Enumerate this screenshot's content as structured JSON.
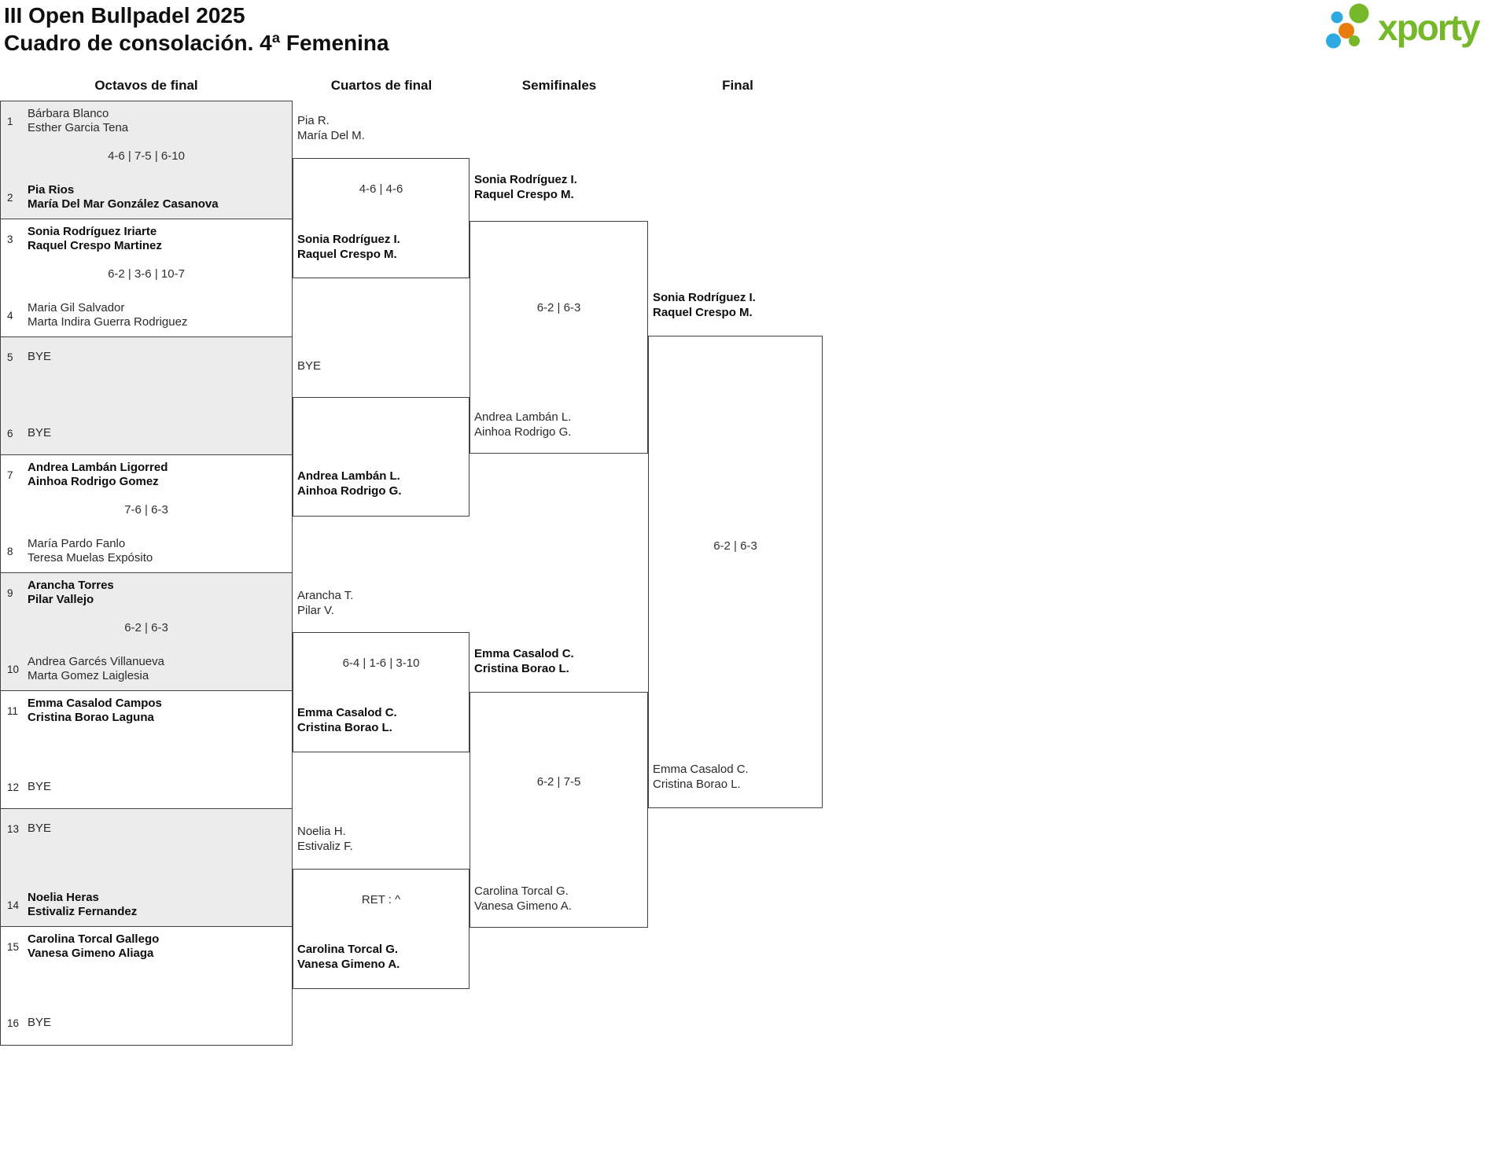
{
  "page": {
    "title_line1": "III Open Bullpadel 2025",
    "title_line2": "Cuadro de consolación. 4ª Femenina"
  },
  "logo": {
    "text": "xporty",
    "green": "#76b82a",
    "blue": "#2da9e1",
    "orange": "#e87d0d"
  },
  "rounds": [
    {
      "label": "Octavos de final"
    },
    {
      "label": "Cuartos de final"
    },
    {
      "label": "Semifinales"
    },
    {
      "label": "Final"
    }
  ],
  "colors": {
    "shaded_box": "#ececec",
    "border": "#424242"
  },
  "r16": [
    {
      "score": "4-6 | 7-5 | 6-10",
      "top": {
        "seed": "1",
        "line1": "Bárbara Blanco",
        "line2": "Esther Garcia Tena"
      },
      "bottom": {
        "seed": "2",
        "line1": "Pia Rios",
        "line2": "María Del Mar González Casanova"
      }
    },
    {
      "score": "6-2 | 3-6 | 10-7",
      "top": {
        "seed": "3",
        "line1": "Sonia Rodríguez Iriarte",
        "line2": "Raquel Crespo Martinez"
      },
      "bottom": {
        "seed": "4",
        "line1": "Maria Gil Salvador",
        "line2": "Marta Indira Guerra Rodriguez"
      }
    },
    {
      "score": "",
      "top": {
        "seed": "5",
        "line1": "BYE",
        "line2": ""
      },
      "bottom": {
        "seed": "6",
        "line1": "BYE",
        "line2": ""
      }
    },
    {
      "score": "7-6 | 6-3",
      "top": {
        "seed": "7",
        "line1": "Andrea Lambán Ligorred",
        "line2": "Ainhoa Rodrigo Gomez"
      },
      "bottom": {
        "seed": "8",
        "line1": "María Pardo Fanlo",
        "line2": "Teresa Muelas Expósito"
      }
    },
    {
      "score": "6-2 | 6-3",
      "top": {
        "seed": "9",
        "line1": "Arancha Torres",
        "line2": "Pilar Vallejo"
      },
      "bottom": {
        "seed": "10",
        "line1": "Andrea Garcés Villanueva",
        "line2": "Marta Gomez Laiglesia"
      }
    },
    {
      "score": "",
      "top": {
        "seed": "11",
        "line1": "Emma Casalod Campos",
        "line2": "Cristina Borao Laguna"
      },
      "bottom": {
        "seed": "12",
        "line1": "BYE",
        "line2": ""
      }
    },
    {
      "score": "",
      "top": {
        "seed": "13",
        "line1": "BYE",
        "line2": ""
      },
      "bottom": {
        "seed": "14",
        "line1": "Noelia Heras",
        "line2": "Estivaliz Fernandez"
      }
    },
    {
      "score": "",
      "top": {
        "seed": "15",
        "line1": "Carolina Torcal Gallego",
        "line2": "Vanesa Gimeno Aliaga"
      },
      "bottom": {
        "seed": "16",
        "line1": "BYE",
        "line2": ""
      }
    }
  ],
  "qf": [
    {
      "entrant": {
        "line1": "Pia R.",
        "line2": "María Del M."
      },
      "score": "4-6 | 4-6",
      "winner": {
        "line1": "Sonia Rodríguez I.",
        "line2": "Raquel Crespo M."
      }
    },
    {
      "entrant": {
        "line1": "BYE",
        "line2": ""
      },
      "score": "",
      "winner": {
        "line1": "Andrea Lambán L.",
        "line2": "Ainhoa Rodrigo G."
      }
    },
    {
      "entrant": {
        "line1": "Arancha T.",
        "line2": "Pilar V."
      },
      "score": "6-4 | 1-6 | 3-10",
      "winner": {
        "line1": "Emma Casalod C.",
        "line2": "Cristina Borao L."
      }
    },
    {
      "entrant": {
        "line1": "Noelia H.",
        "line2": "Estivaliz F."
      },
      "score": "RET : ^",
      "winner": {
        "line1": "Carolina Torcal G.",
        "line2": "Vanesa Gimeno A."
      }
    }
  ],
  "sf": [
    {
      "top": {
        "line1": "Sonia Rodríguez I.",
        "line2": "Raquel Crespo M."
      },
      "score": "6-2 | 6-3",
      "bottom": {
        "line1": "Andrea Lambán L.",
        "line2": "Ainhoa Rodrigo G."
      }
    },
    {
      "top": {
        "line1": "Emma Casalod C.",
        "line2": "Cristina Borao L."
      },
      "score": "6-2 | 7-5",
      "bottom": {
        "line1": "Carolina Torcal G.",
        "line2": "Vanesa Gimeno A."
      }
    }
  ],
  "final": {
    "top": {
      "line1": "Sonia Rodríguez I.",
      "line2": "Raquel Crespo M."
    },
    "score": "6-2 | 6-3",
    "bottom": {
      "line1": "Emma Casalod C.",
      "line2": "Cristina Borao L."
    }
  }
}
